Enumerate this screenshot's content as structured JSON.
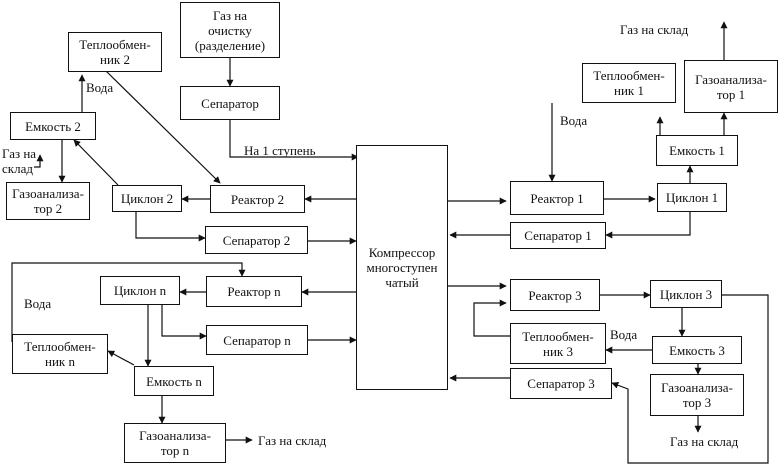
{
  "boxes": {
    "gas_cleaning": "Газ на\nочистку\n(разделение)",
    "separator": "Сепаратор",
    "compressor": "Компрессор\nмногоступен\nчатый",
    "heat_exchanger_2": "Теплообмен-\nник 2",
    "tank_2": "Емкость 2",
    "gas_analyzer_2": "Газоанализа-\nтор 2",
    "cyclone_2": "Циклон 2",
    "reactor_2": "Реактор 2",
    "separator_2": "Сепаратор 2",
    "cyclone_n": "Циклон n",
    "reactor_n": "Реактор n",
    "separator_n": "Сепаратор n",
    "heat_exchanger_n": "Теплообмен-\nник n",
    "tank_n": "Емкость n",
    "gas_analyzer_n": "Газоанализа-\nтор n",
    "heat_exchanger_1": "Теплообмен-\nник 1",
    "gas_analyzer_1": "Газоанализа-\nтор 1",
    "tank_1": "Емкость 1",
    "reactor_1": "Реактор 1",
    "cyclone_1": "Циклон 1",
    "separator_1": "Сепаратор 1",
    "reactor_3": "Реактор 3",
    "cyclone_3": "Циклон 3",
    "heat_exchanger_3": "Теплообмен-\nник 3",
    "tank_3": "Емкость 3",
    "gas_analyzer_3": "Газоанализа-\nтор 3",
    "separator_3": "Сепаратор 3"
  },
  "labels": {
    "water_top_left": "Вода",
    "gas_to_storage_left": "Газ на\nсклад",
    "first_stage": "На 1 ступень",
    "water_left": "Вода",
    "gas_to_storage_n": "Газ на склад",
    "gas_to_storage_top_right": "Газ на склад",
    "water_right_top": "Вода",
    "water_right_mid": "Вода",
    "gas_to_storage_bottom_right": "Газ на склад"
  }
}
